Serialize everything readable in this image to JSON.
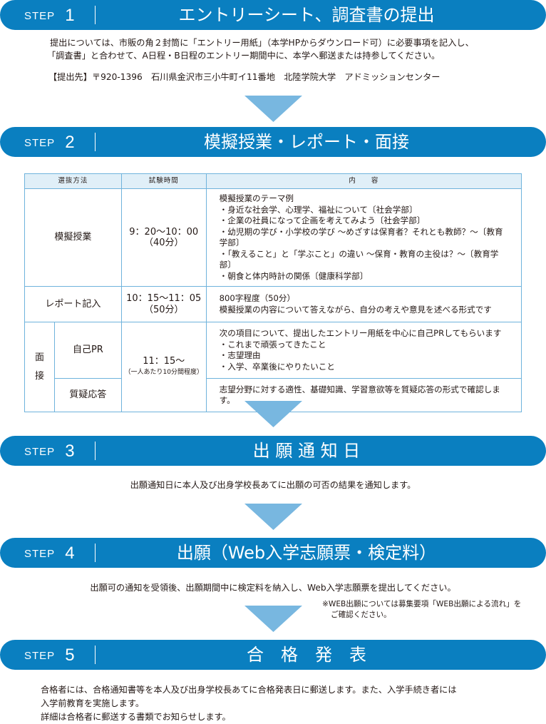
{
  "step1": {
    "step_label": "STEP",
    "step_num": "1",
    "title": "エントリーシート、調査書の提出",
    "line1": "提出については、市販の角２封筒に「エントリー用紙」（本学HPからダウンロード可）に必要事項を記入し、",
    "line2": "「調査書」と合わせて、A日程・B日程のエントリー期間中に、本学へ郵送または持参してください。",
    "address": "【提出先】〒920-1396　石川県金沢市三小牛町イ11番地　北陸学院大学　アドミッションセンター"
  },
  "step2": {
    "step_label": "STEP",
    "step_num": "2",
    "title": "模擬授業・レポート・面接",
    "table": {
      "headers": [
        "選抜方法",
        "試験時間",
        "内　　容"
      ],
      "rows": [
        {
          "method": "模擬授業",
          "time": "9：20〜10：00",
          "duration": "（40分）",
          "content": [
            "模擬授業のテーマ例",
            "・身近な社会学、心理学、福祉について〔社会学部〕",
            "・企業の社員になって企画を考えてみよう〔社会学部〕",
            "・幼児期の学び・小学校の学び 〜めざすは保育者？それとも教師？〜〔教育学部〕",
            "・「教えること」と「学ぶこと」の違い 〜保育・教育の主役は？〜〔教育学部〕",
            "・朝食と体内時計の関係〔健康科学部〕"
          ]
        },
        {
          "method": "レポート記入",
          "time": "10：15〜11：05",
          "duration": "（50分）",
          "content": [
            "800字程度（50分）",
            "模擬授業の内容について答えながら、自分の考えや意見を述べる形式です"
          ]
        }
      ],
      "interview": {
        "label_1": "面",
        "label_2": "接",
        "time": "11：15〜",
        "duration": "（一人あたり10分間程度）",
        "sub": [
          {
            "name": "自己PR",
            "content": [
              "次の項目について、提出したエントリー用紙を中心に自己PRしてもらいます",
              "・これまで頑張ってきたこと",
              "・志望理由",
              "・入学、卒業後にやりたいこと"
            ]
          },
          {
            "name": "質疑応答",
            "content": [
              "志望分野に対する適性、基礎知識、学習意欲等を質疑応答の形式で確認します。"
            ]
          }
        ]
      }
    }
  },
  "step3": {
    "step_label": "STEP",
    "step_num": "3",
    "title": "出 願 通 知 日",
    "text": "出願通知日に本人及び出身学校長あてに出願の可否の結果を通知します。"
  },
  "step4": {
    "step_label": "STEP",
    "step_num": "4",
    "title": "出願（Web入学志願票・検定料）",
    "text": "出願可の通知を受領後、出願期間中に検定料を納入し、Web入学志願票を提出してください。",
    "note1": "※WEB出願については募集要項「WEB出願による流れ」を",
    "note2": "ご確認ください。"
  },
  "step5": {
    "step_label": "STEP",
    "step_num": "5",
    "title": "合　格　発　表",
    "line1": "合格者には、合格通知書等を本人及び出身学校長あてに合格発表日に郵送します。また、入学手続き者には",
    "line2": "入学前教育を実施します。",
    "line3": "詳細は合格者に郵送する書類でお知らせします。"
  },
  "colors": {
    "bar": "#0a7fc0",
    "arrow": "#78b7e0",
    "table_border": "#6fb3dc",
    "table_header": "#e0eff8"
  },
  "icons": [
    "down-arrow-icon"
  ]
}
